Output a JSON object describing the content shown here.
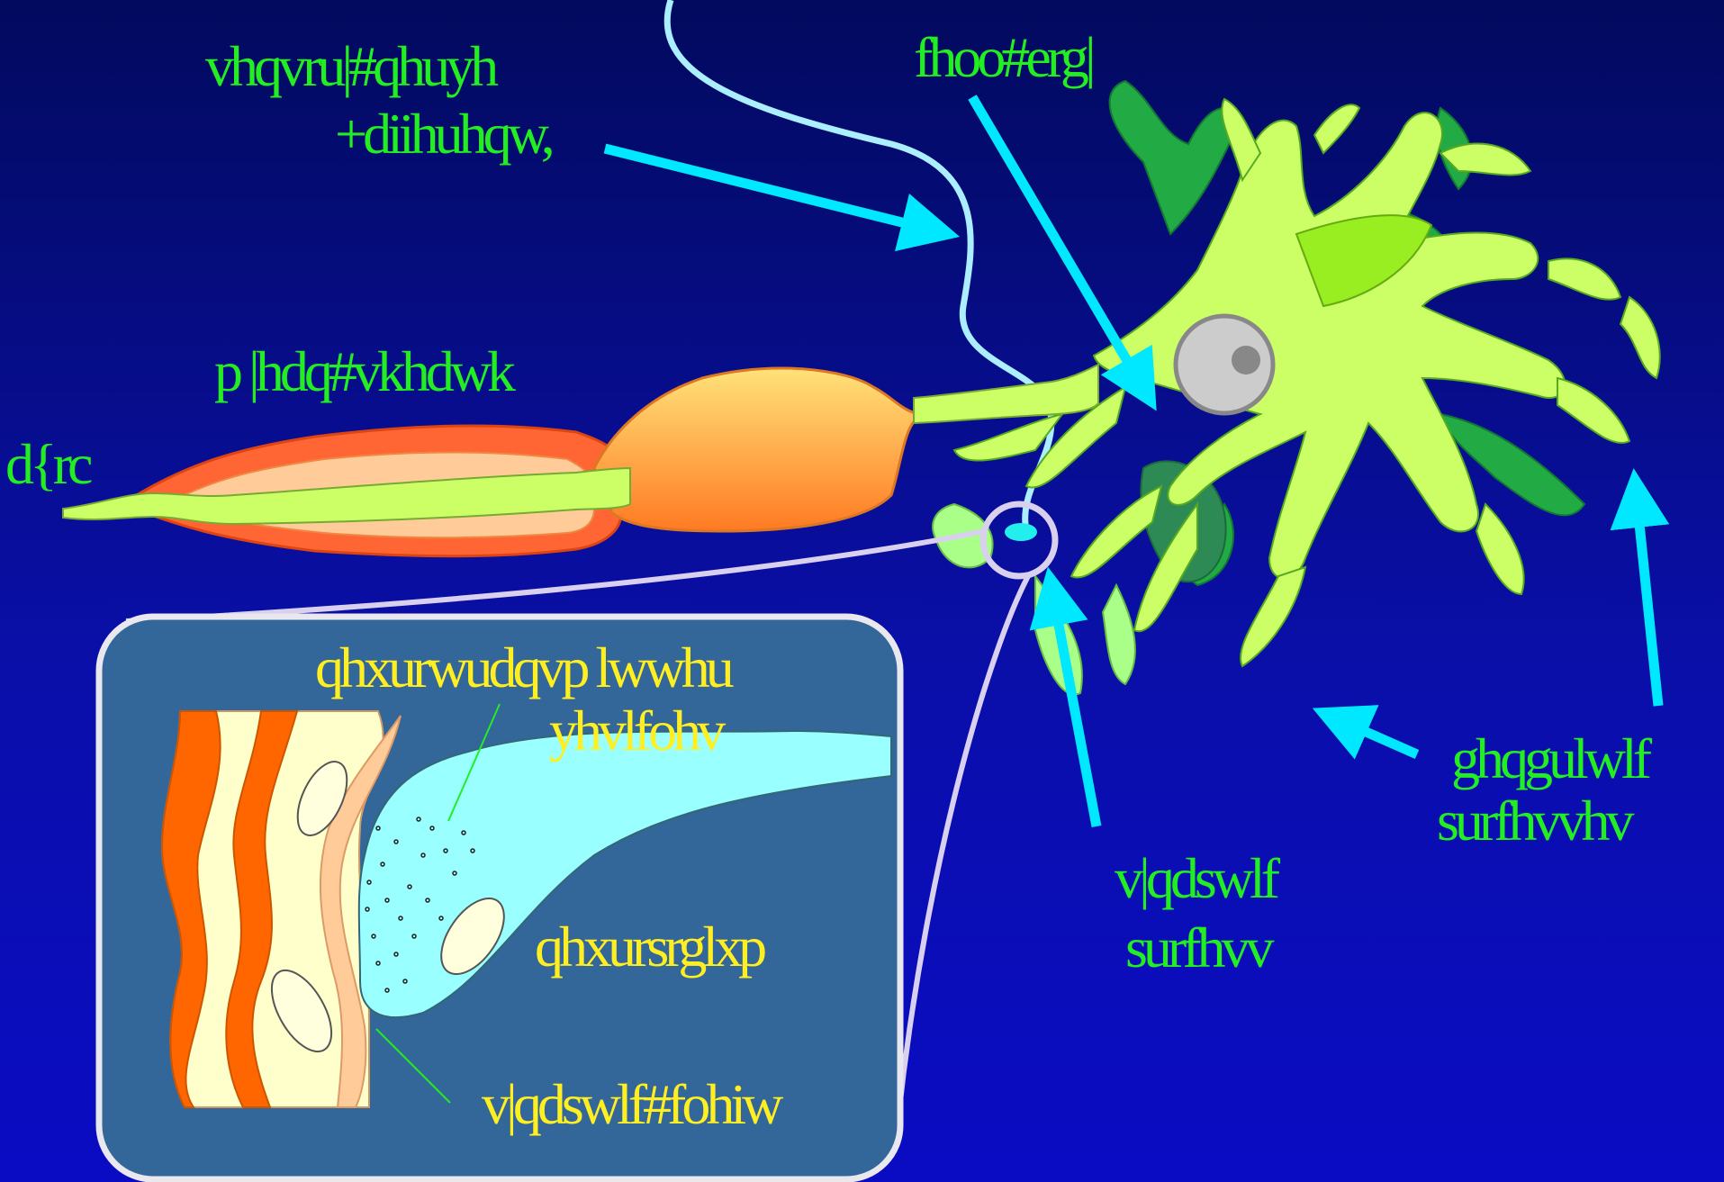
{
  "labels": {
    "sensory_nerve": "vhqvru|#qhuyh",
    "afferent": "+diihuhqw,",
    "cell_body": "fhoo#erg|",
    "myelin_sheath": "p |hdq#vkhdwk",
    "axon": "d{rc",
    "dendritic_processes_1": "ghqgulwlf",
    "dendritic_processes_2": "surfhvvhv",
    "synaptic_process_1": "v|qdswlf",
    "synaptic_process_2": "surfhvv"
  },
  "inset": {
    "neurotransmitter_1": "qhxurwudqvp lwwhu",
    "neurotransmitter_2": "yhvlfohv",
    "neuropodium": "qhxursrglxp",
    "synaptic_cleft": "v|qdswlf#fohiw"
  },
  "colors": {
    "background": "#0a0fa8",
    "label_green": "#22ee22",
    "label_yellow": "#ffee22",
    "arrow": "#00e8ff",
    "cell": "#ccff66",
    "myelin": "#ff6633",
    "nerve": "#aaeeff"
  }
}
